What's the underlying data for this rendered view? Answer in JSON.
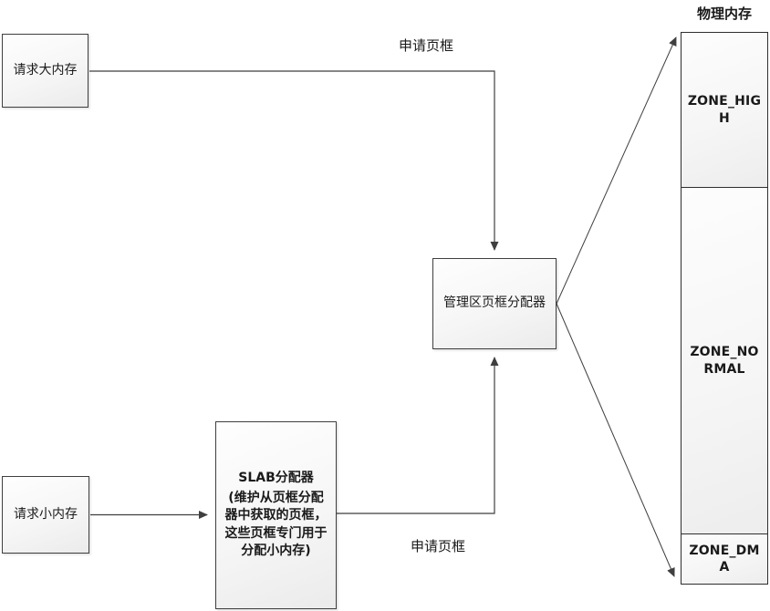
{
  "diagram": {
    "title": "物理内存",
    "nodes": {
      "request_large": {
        "label": "请求大内存"
      },
      "request_small": {
        "label": "请求小内存"
      },
      "zone_allocator": {
        "label": "管理区页框分配器"
      },
      "slab": {
        "title": "SLAB分配器",
        "desc": "(维护从页框分配器中获取的页框，这些页框专门用于分配小内存)"
      }
    },
    "edge_labels": {
      "top": "申请页框",
      "bottom": "申请页框"
    },
    "zones": [
      {
        "name": "ZONE_HIGH"
      },
      {
        "name": "ZONE_NORMAL"
      },
      {
        "name": "ZONE_DMA"
      }
    ],
    "colors": {
      "line": "#3f3f3f",
      "border": "#2e2e2e",
      "fill_top": "#fdfdfd",
      "fill_bottom": "#ebebeb"
    }
  }
}
